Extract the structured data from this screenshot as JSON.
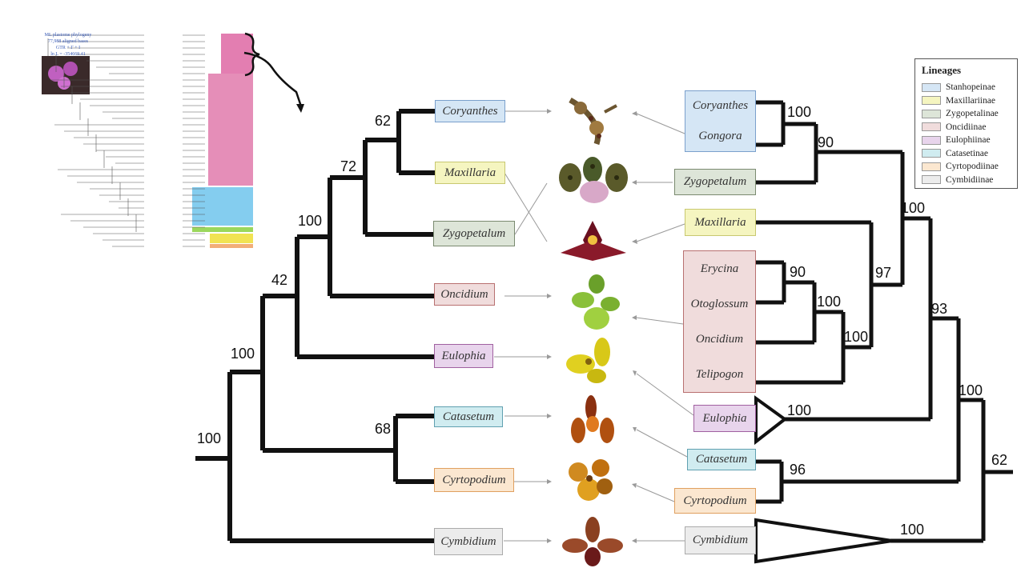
{
  "inset": {
    "title": "ML plastome phylogeny",
    "line2": "77,988 aligned bases",
    "line3": "GTR + Γ + I",
    "line4": "ln L = -354669.41"
  },
  "colors": {
    "stanhopeinae": "#d5e6f5",
    "maxillariinae": "#f5f5c0",
    "zygopetalinae": "#dde5d8",
    "oncidiinae": "#f0dcdc",
    "eulophiinae": "#e8d4ec",
    "catasetinae": "#d0ecf0",
    "cyrtopodiinae": "#fbe7d0",
    "cymbidiinae": "#ececec",
    "stanhopeinae_border": "#7aa0cc",
    "maxillariinae_border": "#c8c870",
    "zygopetalinae_border": "#7a8a70",
    "oncidiinae_border": "#b87070",
    "eulophiinae_border": "#a060a0",
    "catasetinae_border": "#60a0b0",
    "cyrtopodiinae_border": "#e0a060",
    "cymbidiinae_border": "#aaaaaa"
  },
  "legend": {
    "title": "Lineages",
    "items": [
      {
        "label": "Stanhopeinae",
        "color": "#d5e6f5"
      },
      {
        "label": "Maxillariinae",
        "color": "#f5f5c0"
      },
      {
        "label": "Zygopetalinae",
        "color": "#dde5d8"
      },
      {
        "label": "Oncidiinae",
        "color": "#f0dcdc"
      },
      {
        "label": "Eulophiinae",
        "color": "#e8d4ec"
      },
      {
        "label": "Catasetinae",
        "color": "#d0ecf0"
      },
      {
        "label": "Cyrtopodiinae",
        "color": "#fbe7d0"
      },
      {
        "label": "Cymbidiinae",
        "color": "#ececec"
      }
    ]
  },
  "left_tree": {
    "taxa": [
      "Coryanthes",
      "Maxillaria",
      "Zygopetalum",
      "Oncidium",
      "Eulophia",
      "Catasetum",
      "Cyrtopodium",
      "Cymbidium"
    ],
    "supports": [
      "62",
      "72",
      "100",
      "42",
      "100",
      "68",
      "100"
    ]
  },
  "right_tree": {
    "groups": [
      {
        "taxa": [
          "Coryanthes",
          "Gongora"
        ]
      },
      {
        "taxa": [
          "Zygopetalum"
        ]
      },
      {
        "taxa": [
          "Maxillaria"
        ]
      },
      {
        "taxa": [
          "Erycina",
          "Otoglossum",
          "Oncidium",
          "Telipogon"
        ]
      },
      {
        "taxa": [
          "Eulophia"
        ]
      },
      {
        "taxa": [
          "Catasetum"
        ]
      },
      {
        "taxa": [
          "Cyrtopodium"
        ]
      },
      {
        "taxa": [
          "Cymbidium"
        ]
      }
    ],
    "supports": [
      "100",
      "90",
      "100",
      "90",
      "100",
      "100",
      "97",
      "100",
      "96",
      "93",
      "100",
      "100",
      "62"
    ]
  }
}
